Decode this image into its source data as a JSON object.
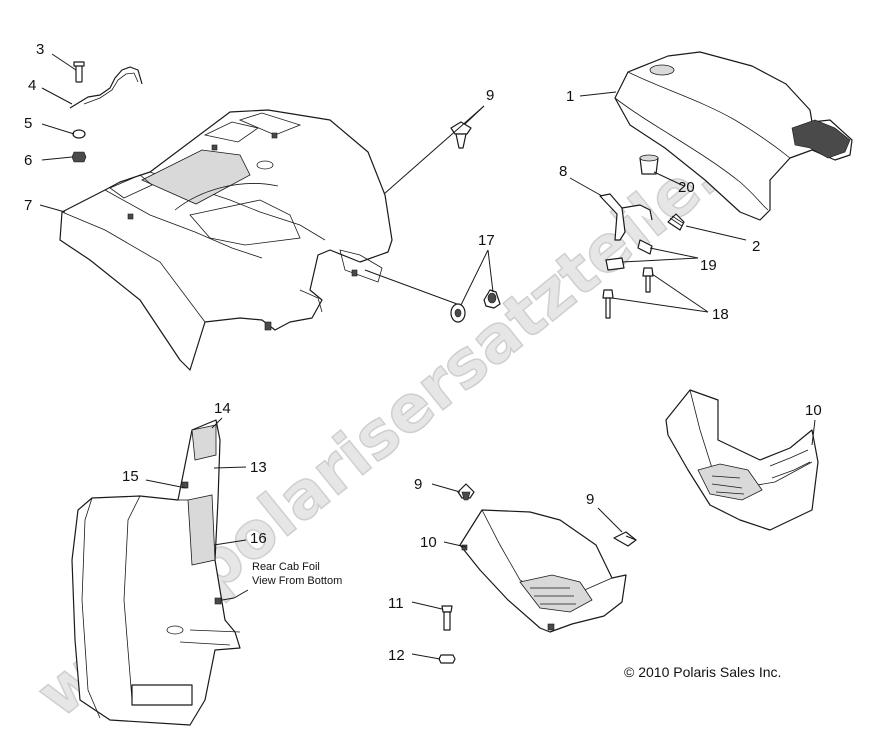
{
  "watermark": "www.polarisersatzteile.de",
  "copyright": "© 2010 Polaris Sales Inc.",
  "note": [
    "Rear Cab Foil",
    "View From Bottom"
  ],
  "callouts": [
    {
      "id": "c1",
      "label": "1"
    },
    {
      "id": "c2",
      "label": "2"
    },
    {
      "id": "c3",
      "label": "3"
    },
    {
      "id": "c4",
      "label": "4"
    },
    {
      "id": "c5",
      "label": "5"
    },
    {
      "id": "c6",
      "label": "6"
    },
    {
      "id": "c7",
      "label": "7"
    },
    {
      "id": "c8",
      "label": "8"
    },
    {
      "id": "c9a",
      "label": "9"
    },
    {
      "id": "c9b",
      "label": "9"
    },
    {
      "id": "c9c",
      "label": "9"
    },
    {
      "id": "c10a",
      "label": "10"
    },
    {
      "id": "c10b",
      "label": "10"
    },
    {
      "id": "c11",
      "label": "11"
    },
    {
      "id": "c12",
      "label": "12"
    },
    {
      "id": "c13",
      "label": "13"
    },
    {
      "id": "c14",
      "label": "14"
    },
    {
      "id": "c15",
      "label": "15"
    },
    {
      "id": "c16",
      "label": "16"
    },
    {
      "id": "c17",
      "label": "17"
    },
    {
      "id": "c18",
      "label": "18"
    },
    {
      "id": "c19",
      "label": "19"
    },
    {
      "id": "c20",
      "label": "20"
    }
  ]
}
